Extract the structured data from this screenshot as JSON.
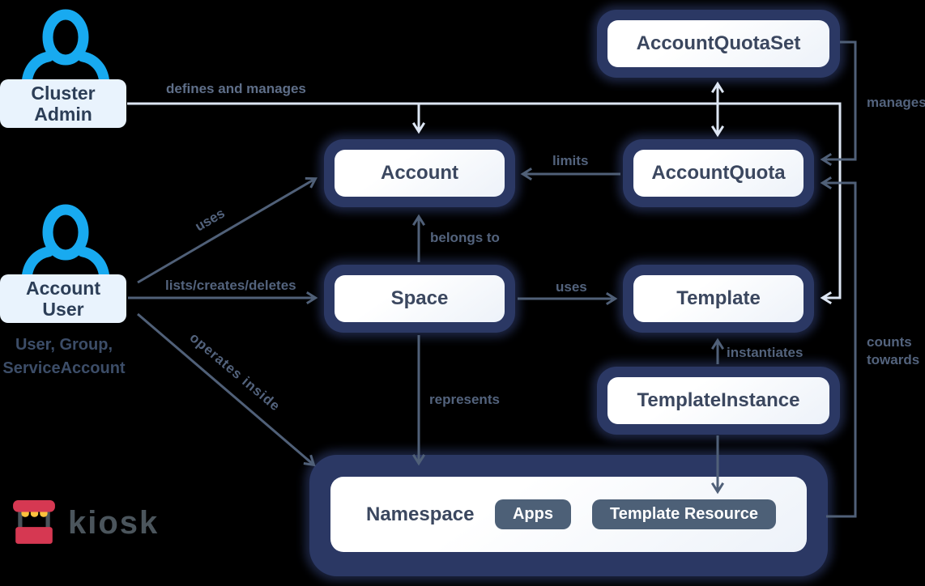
{
  "actors": {
    "cluster_admin": {
      "label": "Cluster Admin"
    },
    "account_user": {
      "label": "Account User",
      "sublabel": "User, Group, ServiceAccount"
    }
  },
  "nodes": {
    "account_quota_set": {
      "label": "AccountQuotaSet"
    },
    "account_quota": {
      "label": "AccountQuota"
    },
    "account": {
      "label": "Account"
    },
    "space": {
      "label": "Space"
    },
    "template": {
      "label": "Template"
    },
    "template_instance": {
      "label": "TemplateInstance"
    },
    "namespace": {
      "label": "Namespace",
      "badges": {
        "apps": "Apps",
        "template_resource": "Template Resource"
      }
    }
  },
  "edges": {
    "defines_and_manages": "defines and manages",
    "manages": "manages",
    "limits": "limits",
    "belongs_to": "belongs to",
    "uses_account": "uses",
    "uses_template": "uses",
    "lists_creates_deletes": "lists/creates/deletes",
    "operates_inside": "operates inside",
    "instantiates": "instantiates",
    "represents": "represents",
    "counts_towards": "counts towards"
  },
  "logo": {
    "text": "kiosk"
  },
  "colors": {
    "accent_blue": "#18aaf0",
    "node_border": "#2b3864",
    "edge_dark": "#506078",
    "edge_light": "#dde6f3",
    "badge_bg": "#4d6077",
    "logo_red": "#d63852",
    "logo_yellow": "#fcc23d"
  }
}
